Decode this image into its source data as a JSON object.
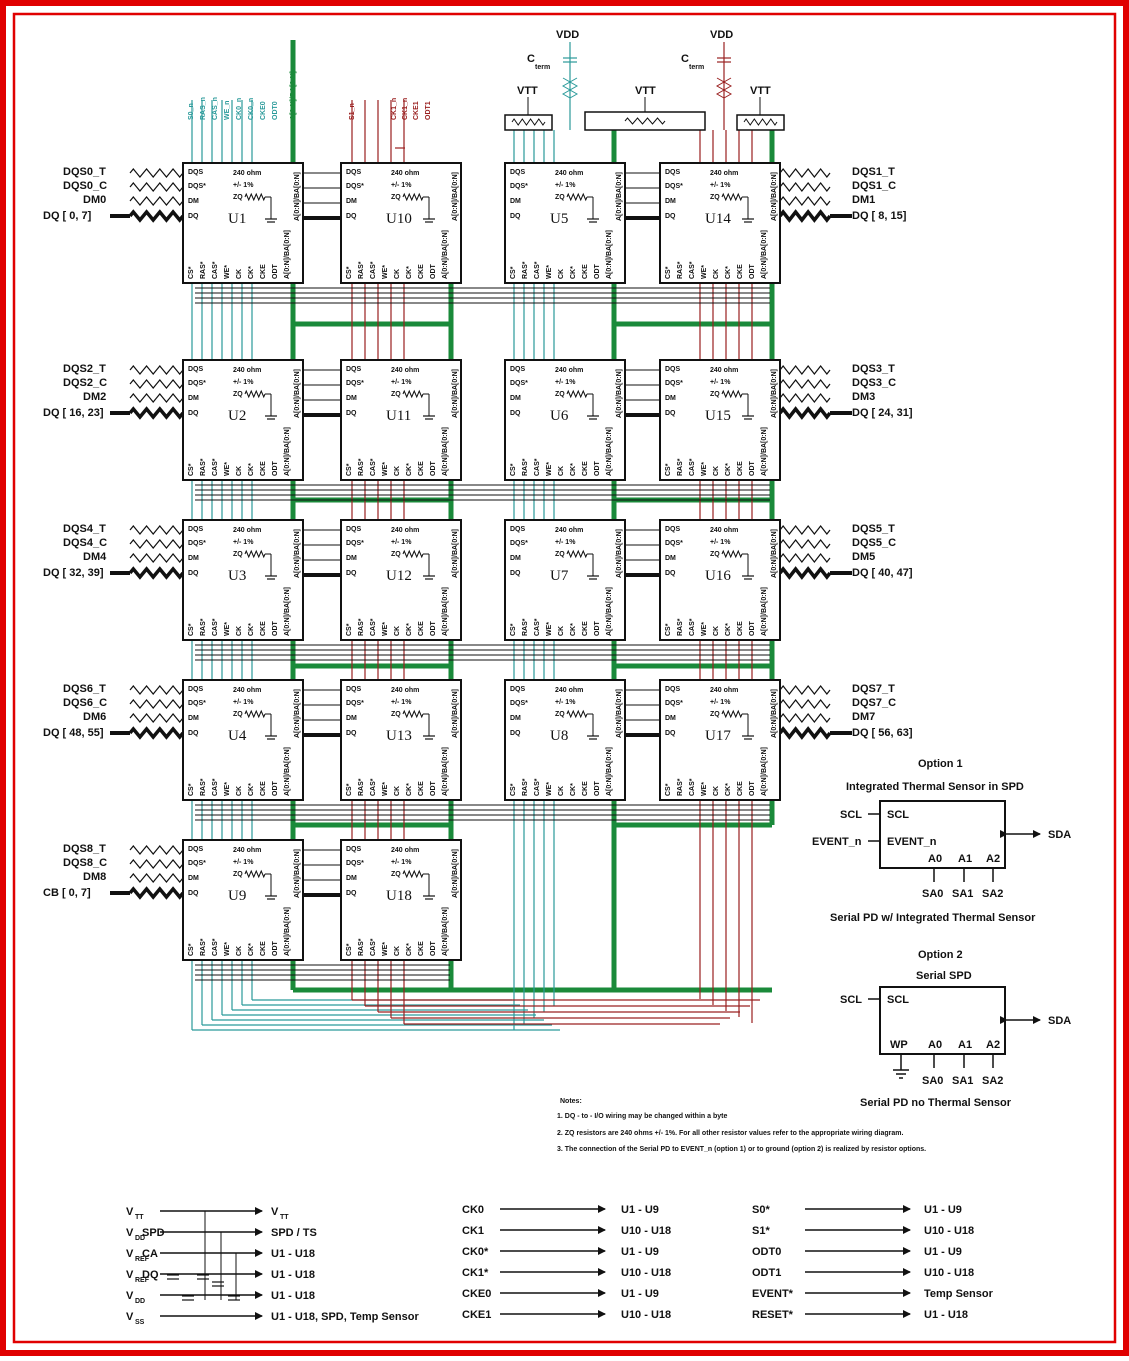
{
  "colors": {
    "border": "#e00000",
    "green": "#1a8a3a",
    "teal": "#2a9a9a",
    "red": "#9a2020",
    "black": "#111111"
  },
  "chips": [
    {
      "id": "U1"
    },
    {
      "id": "U10"
    },
    {
      "id": "U5"
    },
    {
      "id": "U14"
    },
    {
      "id": "U2"
    },
    {
      "id": "U11"
    },
    {
      "id": "U6"
    },
    {
      "id": "U15"
    },
    {
      "id": "U3"
    },
    {
      "id": "U12"
    },
    {
      "id": "U7"
    },
    {
      "id": "U16"
    },
    {
      "id": "U4"
    },
    {
      "id": "U13"
    },
    {
      "id": "U8"
    },
    {
      "id": "U17"
    },
    {
      "id": "U9"
    },
    {
      "id": "U18"
    }
  ],
  "chip_text": {
    "dqs": "DQS",
    "dqs_n": "DQS*",
    "dm": "DM",
    "dq": "DQ",
    "res": "240 ohm",
    "tol": "+/- 1%",
    "zq": "ZQ",
    "bottom_pins": [
      "CS*",
      "RAS*",
      "CAS*",
      "WE*",
      "CK",
      "CK*",
      "CKE",
      "ODT",
      "A[0:N]/BA[0:N]"
    ]
  },
  "left_groups": [
    {
      "dqs_t": "DQS0_T",
      "dqs_c": "DQS0_C",
      "dm": "DM0",
      "dq": "DQ [ 0, 7]"
    },
    {
      "dqs_t": "DQS2_T",
      "dqs_c": "DQS2_C",
      "dm": "DM2",
      "dq": "DQ [ 16, 23]"
    },
    {
      "dqs_t": "DQS4_T",
      "dqs_c": "DQS4_C",
      "dm": "DM4",
      "dq": "DQ [ 32, 39]"
    },
    {
      "dqs_t": "DQS6_T",
      "dqs_c": "DQS6_C",
      "dm": "DM6",
      "dq": "DQ [ 48, 55]"
    },
    {
      "dqs_t": "DQS8_T",
      "dqs_c": "DQS8_C",
      "dm": "DM8",
      "dq": "CB [ 0, 7]"
    }
  ],
  "right_groups": [
    {
      "dqs_t": "DQS1_T",
      "dqs_c": "DQS1_C",
      "dm": "DM1",
      "dq": "DQ [ 8, 15]"
    },
    {
      "dqs_t": "DQS3_T",
      "dqs_c": "DQS3_C",
      "dm": "DM3",
      "dq": "DQ [ 24, 31]"
    },
    {
      "dqs_t": "DQS5_T",
      "dqs_c": "DQS5_C",
      "dm": "DM5",
      "dq": "DQ [ 40, 47]"
    },
    {
      "dqs_t": "DQS7_T",
      "dqs_c": "DQS7_C",
      "dm": "DM7",
      "dq": "DQ [ 56, 63]"
    }
  ],
  "top_signals_left": [
    "S0_n",
    "RAS_n",
    "CAS_n",
    "WE_n",
    "CK0_n",
    "CK0_n",
    "CKE0",
    "ODT0",
    "A[0:N]/BA[0:N]"
  ],
  "top_signals_mid": [
    "S1_n",
    "CK1_n",
    "CK1_n",
    "CKE1",
    "ODT1"
  ],
  "top_power": {
    "vdd": "VDD",
    "vdd2": "VDD",
    "cterm": "C",
    "cterm_sub": "term",
    "cterm2": "C",
    "cterm2_sub": "term",
    "vtt1": "VTT",
    "vtt2": "VTT",
    "vtt3": "VTT"
  },
  "option1": {
    "title": "Option 1",
    "subtitle": "Integrated Thermal Sensor in SPD",
    "scl": "SCL",
    "scl_in": "SCL",
    "event": "EVENT_n",
    "event_in": "EVENT_n",
    "a0": "A0",
    "a1": "A1",
    "a2": "A2",
    "sa0": "SA0",
    "sa1": "SA1",
    "sa2": "SA2",
    "sda": "SDA",
    "caption": "Serial PD w/ Integrated Thermal Sensor"
  },
  "option2": {
    "title": "Option 2",
    "subtitle": "Serial SPD",
    "scl": "SCL",
    "scl_in": "SCL",
    "wp": "WP",
    "a0": "A0",
    "a1": "A1",
    "a2": "A2",
    "sa0": "SA0",
    "sa1": "SA1",
    "sa2": "SA2",
    "sda": "SDA",
    "caption": "Serial PD no Thermal Sensor"
  },
  "notes": {
    "title": "Notes:",
    "n1": "1. DQ - to - I/O wiring may be changed within a byte",
    "n2": "2. ZQ resistors are 240 ohms +/- 1%. For all other resistor values refer to the appropriate wiring diagram.",
    "n3": "3. The connection of the Serial PD to EVENT_n (option 1) or to ground (option 2) is realized by resistor options."
  },
  "power_table": [
    {
      "src": "V",
      "sub": "TT",
      "mid": "",
      "dst": "V",
      "dst_sub": "TT"
    },
    {
      "src": "V",
      "sub": "DD",
      "mid": "SPD",
      "dst": "SPD / TS",
      "dst_sub": ""
    },
    {
      "src": "V",
      "sub": "REF",
      "mid": "CA",
      "dst": "U1 - U18",
      "dst_sub": ""
    },
    {
      "src": "V",
      "sub": "REF",
      "mid": "DQ",
      "dst": "U1 - U18",
      "dst_sub": ""
    },
    {
      "src": "V",
      "sub": "DD",
      "mid": "",
      "dst": "U1 - U18",
      "dst_sub": ""
    },
    {
      "src": "V",
      "sub": "SS",
      "mid": "",
      "dst": "U1 - U18, SPD, Temp Sensor",
      "dst_sub": ""
    }
  ],
  "clock_table": [
    {
      "src": "CK0",
      "dst": "U1 - U9"
    },
    {
      "src": "CK1",
      "dst": "U10 - U18"
    },
    {
      "src": "CK0*",
      "dst": "U1 - U9"
    },
    {
      "src": "CK1*",
      "dst": "U10 - U18"
    },
    {
      "src": "CKE0",
      "dst": "U1 - U9"
    },
    {
      "src": "CKE1",
      "dst": "U10 - U18"
    }
  ],
  "ctrl_table": [
    {
      "src": "S0*",
      "dst": "U1 - U9"
    },
    {
      "src": "S1*",
      "dst": "U10 - U18"
    },
    {
      "src": "ODT0",
      "dst": "U1 - U9"
    },
    {
      "src": "ODT1",
      "dst": "U10 - U18"
    },
    {
      "src": "EVENT*",
      "dst": "Temp Sensor"
    },
    {
      "src": "RESET*",
      "dst": "U1 - U18"
    }
  ]
}
